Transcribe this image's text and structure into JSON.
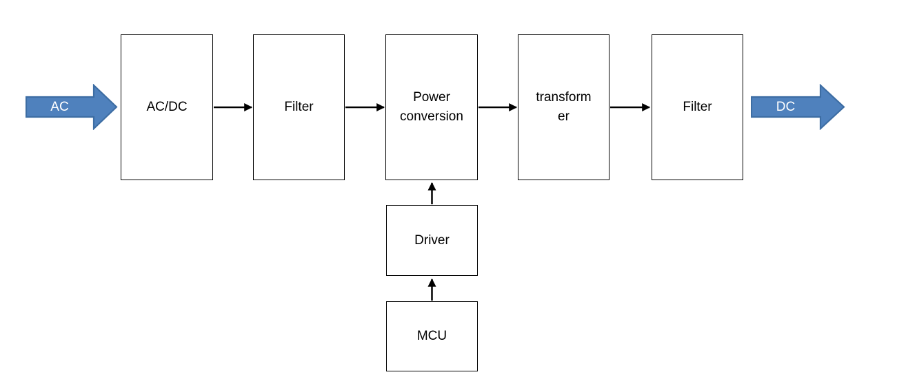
{
  "diagram": {
    "input_arrow": {
      "label": "AC"
    },
    "output_arrow": {
      "label": "DC"
    },
    "blocks": {
      "acdc": {
        "label": "AC/DC"
      },
      "filter1": {
        "label": "Filter"
      },
      "power_conversion": {
        "label": "Power\nconversion"
      },
      "transformer": {
        "label": "transform\ner"
      },
      "filter2": {
        "label": "Filter"
      },
      "driver": {
        "label": "Driver"
      },
      "mcu": {
        "label": "MCU"
      }
    },
    "flow_main": [
      "AC",
      "AC/DC",
      "Filter",
      "Power conversion",
      "transformer",
      "Filter",
      "DC"
    ],
    "flow_control": [
      "MCU",
      "Driver",
      "Power conversion"
    ],
    "colors": {
      "block_arrow_fill": "#4f81bd",
      "block_arrow_stroke": "#3d6da3",
      "connector_color": "#000000",
      "box_border_color": "#000000",
      "background": "#ffffff"
    }
  }
}
